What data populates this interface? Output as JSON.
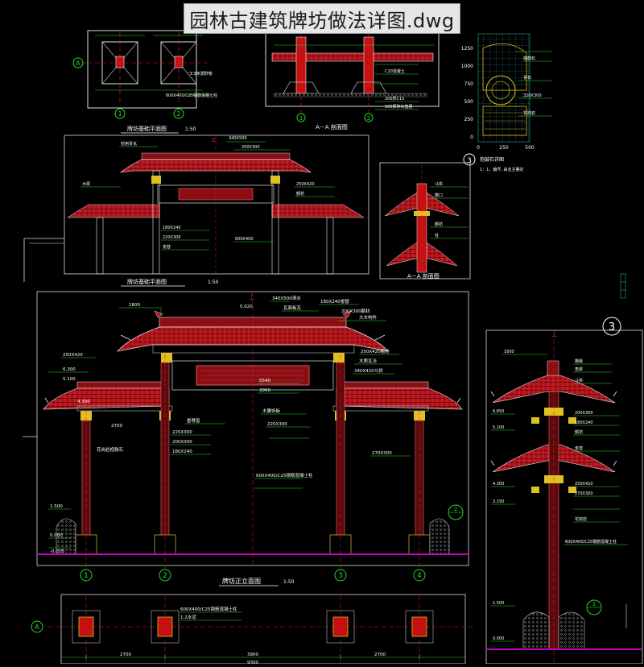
{
  "window": {
    "title": "园林古建筑牌坊做法详图.dwg"
  },
  "colors": {
    "background": "#000000",
    "roof_red": "#b3121b",
    "roof_dark": "#5a0a0e",
    "outline_white": "#e8e8e8",
    "dimension_green": "#27d827",
    "axis_red": "#e02020",
    "ornament_yellow": "#e0c020",
    "ground_magenta": "#c000c0",
    "grid_cyan": "#2fa0a0"
  },
  "drawings": {
    "plan_small": {
      "title": "牌坊基础平面图",
      "scale": "1:50",
      "axes": [
        "A",
        "1",
        "2"
      ],
      "labels": [
        "600X400/C25钢筋混凝土柱",
        "1:2水泥砂浆"
      ]
    },
    "section_aa_small": {
      "title": "A－A 剖面图",
      "axes": [
        "1",
        "2"
      ],
      "labels": [
        "C20混凝土",
        "200厚C15",
        "100厚碎石垫层"
      ]
    },
    "detail_3": {
      "number": "3",
      "title": "抱鼓石详图",
      "note": "1：1，编号 ,由业主确定",
      "scale_values": [
        "1250",
        "1000",
        "750",
        "500",
        "250",
        "0"
      ],
      "x_values": [
        "0",
        "250",
        "500"
      ],
      "labels": [
        "抱鼓石",
        "青石",
        "320X300",
        "花岗岩"
      ]
    },
    "elevation_small": {
      "dims": [
        "340X500",
        "200X300",
        "250X420",
        "180X240",
        "220X300",
        "600X400"
      ],
      "labels": [
        "枋用青瓦",
        "木梁",
        "额枋",
        "雀替"
      ]
    },
    "section_aa_mid": {
      "title": "A－A 剖面图",
      "labels": [
        "斗拱",
        "檐口",
        "额枋",
        "柱"
      ]
    },
    "main_elevation": {
      "title": "牌坊正立面图",
      "scale": "1:50",
      "top_scale": "1:50",
      "axes": [
        "1",
        "2",
        "3",
        "4"
      ],
      "callout": "2",
      "levels": [
        "0.020",
        "6.300",
        "5.100",
        "4.300",
        "1.500",
        "0.000",
        "-0.020"
      ],
      "dims": [
        "1800",
        "340X500清水",
        "180X240雀替",
        "200X300额枋",
        "250X420额枋",
        "340X420斗拱",
        "250X420",
        "220X300",
        "200X300",
        "180X240",
        "600X400/C25钢筋混凝土柱",
        "270X300",
        "2700",
        "3900",
        "5540"
      ],
      "labels": [
        "瓦面板瓦",
        "大木构件",
        "木质瓦当",
        "花岗岩抱鼓石",
        "垂脊兽",
        "木雕饰板"
      ]
    },
    "side_section": {
      "number": "3",
      "callout": "1",
      "dims": [
        "1600",
        "200X300",
        "180X240",
        "250X420",
        "270X300",
        "600X400/C25钢筋混凝土柱"
      ],
      "levels": [
        "6.850",
        "5.100",
        "4.300",
        "3.150",
        "1.500",
        "0.000"
      ],
      "labels": [
        "檐椽",
        "角梁",
        "斗拱",
        "额枋",
        "雀替",
        "花岗岩"
      ]
    },
    "foundation_plan": {
      "axis": "A",
      "labels": [
        "600X400/C25钢筋混凝土柱",
        "1:2水泥"
      ],
      "dims": [
        "2700",
        "3900",
        "2700",
        "9300"
      ]
    }
  }
}
